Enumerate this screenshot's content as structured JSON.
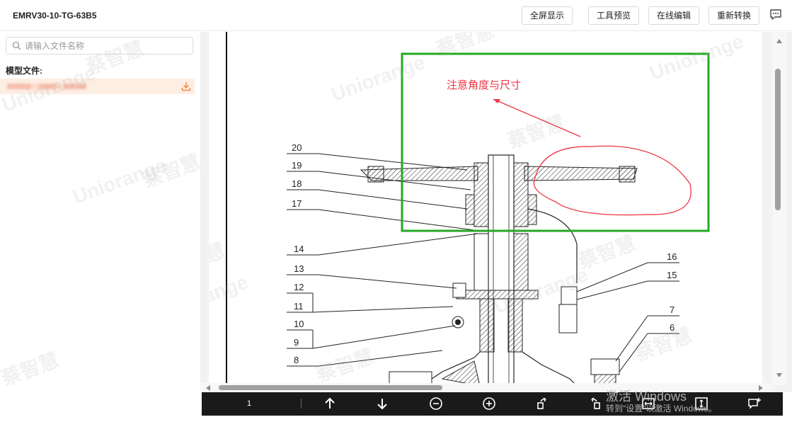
{
  "header": {
    "title": "EMRV30-10-TG-63B5",
    "buttons": [
      "全屏显示",
      "工具预览",
      "在线编辑",
      "重新转换"
    ]
  },
  "sidebar": {
    "search_placeholder": "请输入文件名称",
    "section_label": "模型文件:"
  },
  "drawing": {
    "annotation_text": "注意角度与尺寸",
    "part_labels": [
      "20",
      "19",
      "18",
      "17",
      "14",
      "13",
      "12",
      "11",
      "10",
      "9",
      "8",
      "16",
      "15",
      "7",
      "6"
    ]
  },
  "viewer_toolbar": {
    "page_number": "1",
    "tools": [
      "arrow-up-icon",
      "arrow-down-icon",
      "zoom-out-icon",
      "zoom-in-icon",
      "rotate-left-icon",
      "rotate-right-icon",
      "fit-width-icon",
      "fit-page-icon",
      "comment-icon"
    ]
  },
  "watermark": {
    "brand": "Uniorange",
    "company": "蔡智慧"
  },
  "os_overlay": {
    "title": "激活 Windows",
    "subtitle": "转到\"设置\"以激活 Windows。"
  },
  "colors": {
    "highlight_box": "#22aa22",
    "annotation": "#ee3344",
    "selected_file_bg": "#fdeee4",
    "download_icon": "#f08a4b",
    "toolbar_bg": "#1a1a1a"
  }
}
